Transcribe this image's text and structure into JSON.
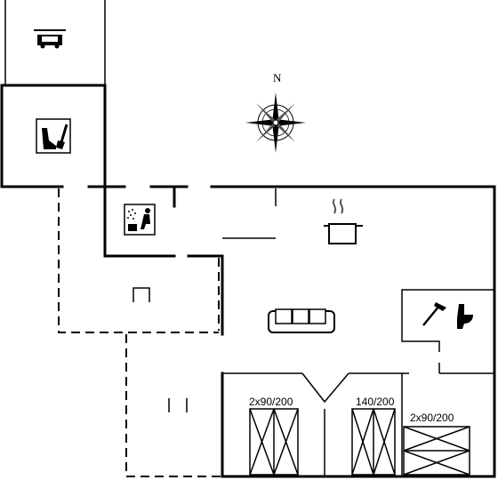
{
  "compass": {
    "north_label": "N"
  },
  "rooms": [
    {
      "id": "bedroom-1",
      "bed_label": "2x90/200"
    },
    {
      "id": "bedroom-2",
      "bed_label": "140/200"
    },
    {
      "id": "bedroom-3",
      "bed_label": "2x90/200"
    }
  ],
  "icons": [
    "carport-icon",
    "utility-icon",
    "sauna-icon",
    "kitchen-icon",
    "sofa-icon",
    "bathroom-icon",
    "compass-rose-icon"
  ]
}
